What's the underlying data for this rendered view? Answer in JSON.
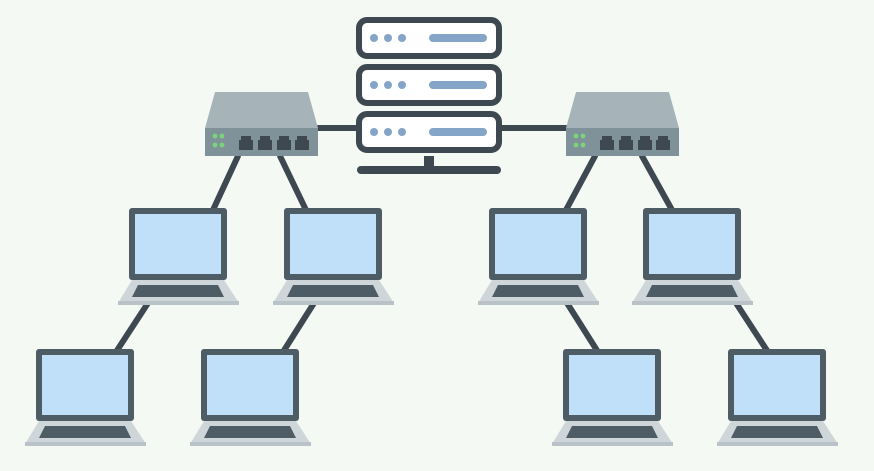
{
  "diagram": {
    "kind": "network-topology",
    "background_color": "#f5f9f4",
    "colors": {
      "server_outline": "#3d4851",
      "server_fill": "#ffffff",
      "server_bar": "#84a4c8",
      "server_dot": "#84a4c8",
      "switch_top": "#a6b4ba",
      "switch_front": "#7f9299",
      "switch_led": "#7bd47b",
      "switch_port": "#3d4851",
      "cable": "#3d4851",
      "laptop_frame": "#4e5c66",
      "laptop_screen": "#bfe0f8",
      "laptop_base": "#cfd6d9",
      "laptop_keyboard": "#4e5c66"
    },
    "nodes": [
      {
        "id": "server",
        "type": "server",
        "icon": "server-rack-icon"
      },
      {
        "id": "switch-left",
        "type": "switch",
        "icon": "network-switch-icon"
      },
      {
        "id": "switch-right",
        "type": "switch",
        "icon": "network-switch-icon"
      },
      {
        "id": "laptop-1",
        "type": "laptop",
        "icon": "laptop-icon"
      },
      {
        "id": "laptop-2",
        "type": "laptop",
        "icon": "laptop-icon"
      },
      {
        "id": "laptop-3",
        "type": "laptop",
        "icon": "laptop-icon"
      },
      {
        "id": "laptop-4",
        "type": "laptop",
        "icon": "laptop-icon"
      },
      {
        "id": "laptop-5",
        "type": "laptop",
        "icon": "laptop-icon"
      },
      {
        "id": "laptop-6",
        "type": "laptop",
        "icon": "laptop-icon"
      },
      {
        "id": "laptop-7",
        "type": "laptop",
        "icon": "laptop-icon"
      },
      {
        "id": "laptop-8",
        "type": "laptop",
        "icon": "laptop-icon"
      }
    ],
    "connections": [
      [
        "switch-left",
        "server"
      ],
      [
        "server",
        "switch-right"
      ],
      [
        "switch-left",
        "laptop-1"
      ],
      [
        "switch-left",
        "laptop-2"
      ],
      [
        "switch-right",
        "laptop-3"
      ],
      [
        "switch-right",
        "laptop-4"
      ],
      [
        "laptop-1",
        "laptop-5"
      ],
      [
        "laptop-2",
        "laptop-6"
      ],
      [
        "laptop-3",
        "laptop-7"
      ],
      [
        "laptop-4",
        "laptop-8"
      ]
    ]
  }
}
